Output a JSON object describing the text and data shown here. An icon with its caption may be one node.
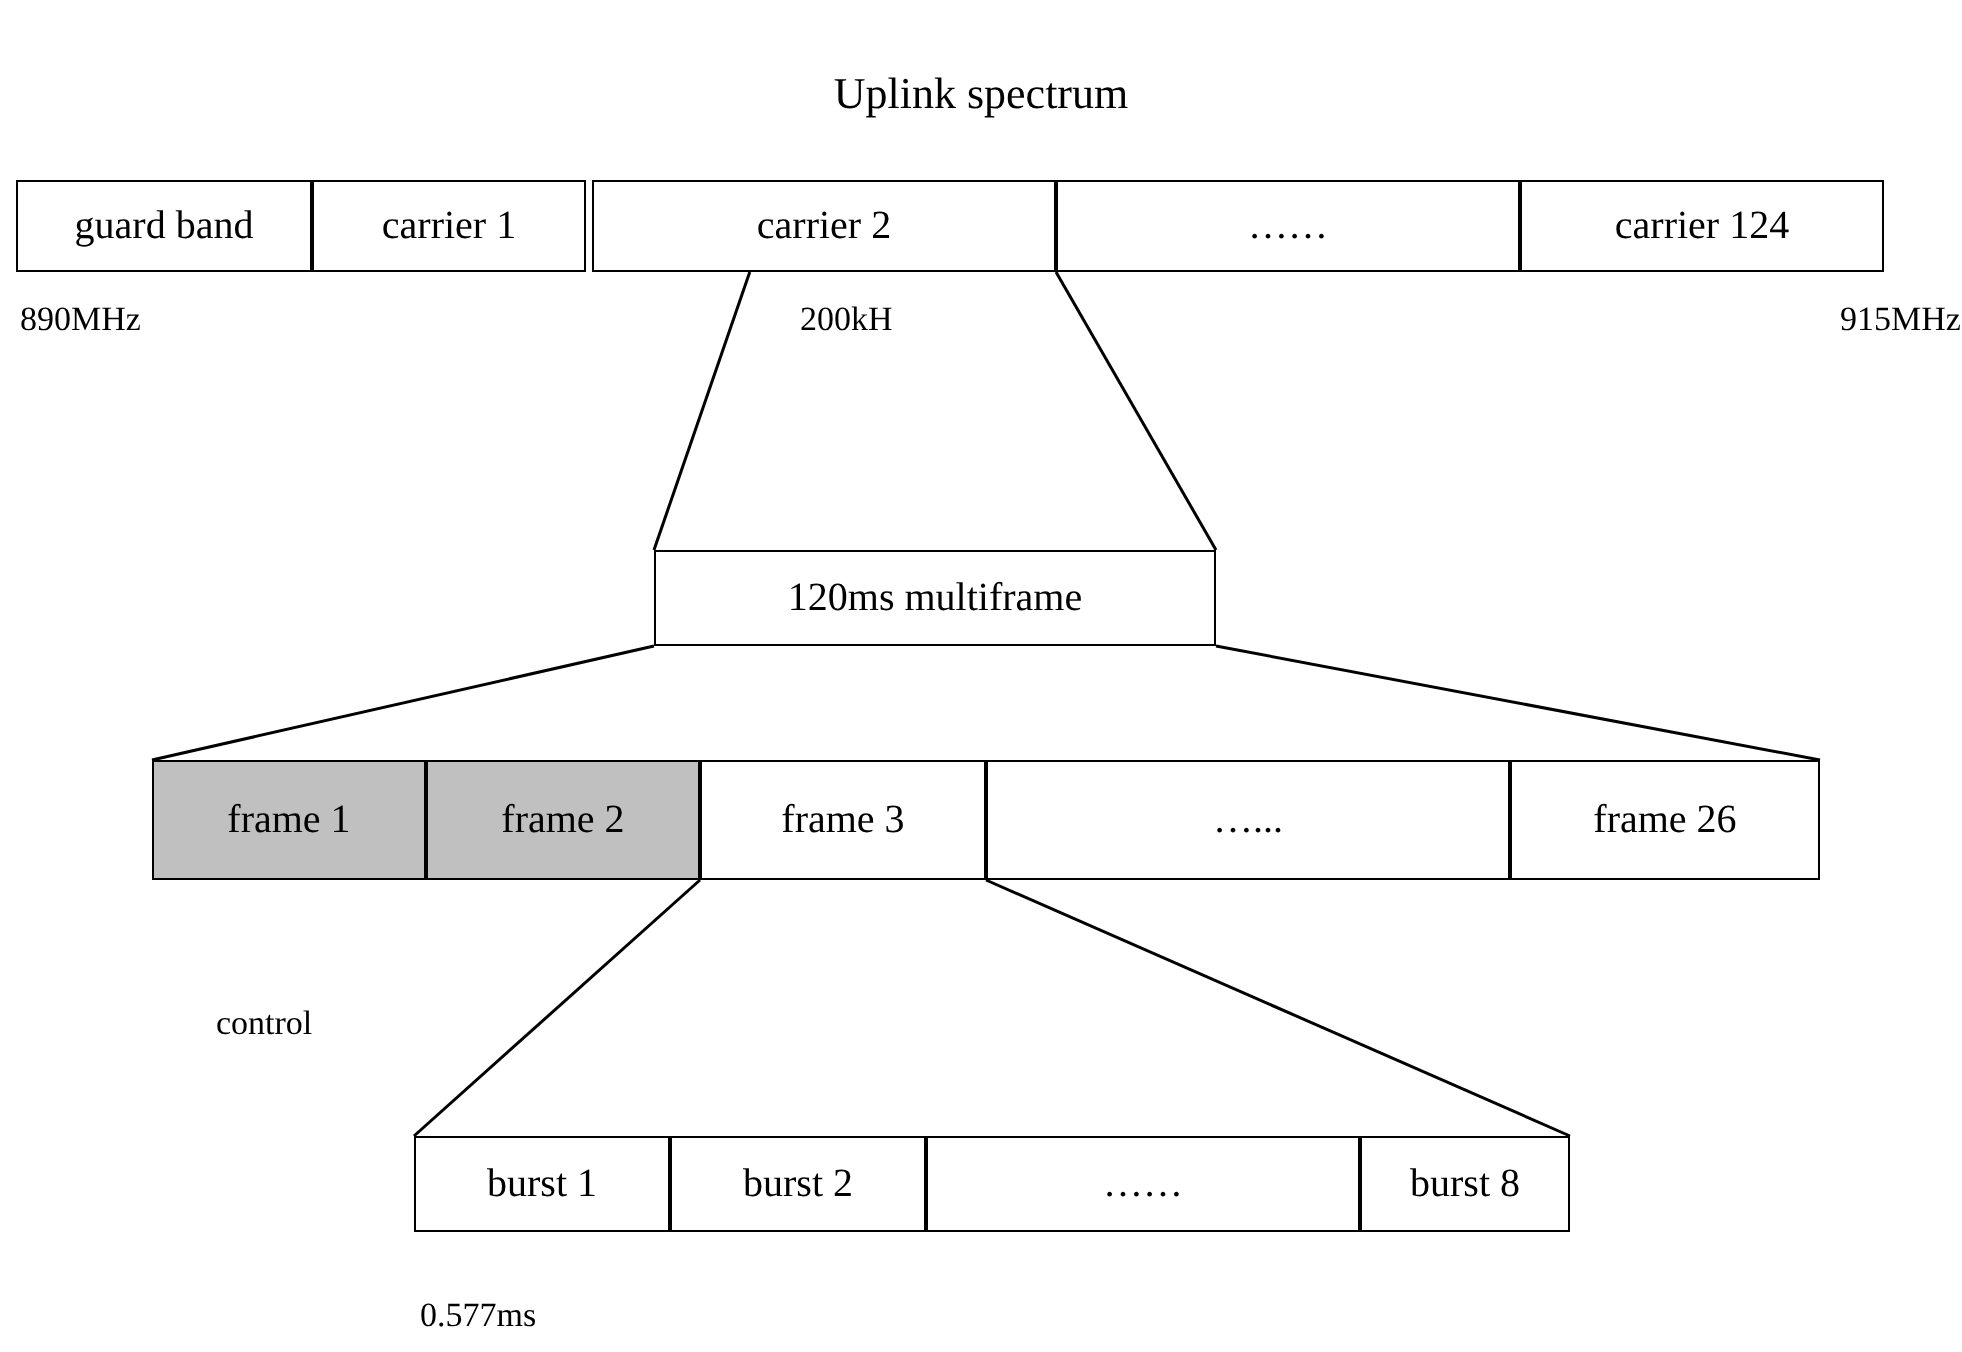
{
  "diagram": {
    "title": "Uplink spectrum",
    "nodes": [
      {
        "text": [
          "guard band"
        ]
      },
      {
        "text": [
          "carrier 1"
        ]
      },
      {
        "text": [
          "carrier 2"
        ]
      },
      {
        "text": [
          "……"
        ]
      },
      {
        "text": [
          "carrier 124"
        ]
      },
      {
        "text": [
          "120ms multiframe"
        ]
      },
      {
        "text": [
          "frame 1"
        ]
      },
      {
        "text": [
          "frame 2"
        ]
      },
      {
        "text": [
          "frame 3"
        ]
      },
      {
        "text": [
          "…..."
        ]
      },
      {
        "text": [
          "frame 26"
        ]
      },
      {
        "text": [
          "burst 1"
        ]
      },
      {
        "text": [
          "burst 2"
        ]
      },
      {
        "text": [
          "……"
        ]
      },
      {
        "text": [
          "burst 8"
        ]
      }
    ],
    "edges": [
      {
        "from": 2,
        "to": 5,
        "arrow": "none"
      },
      {
        "from": 2,
        "to": 5,
        "arrow": "none"
      },
      {
        "from": 5,
        "to": 6,
        "arrow": "none"
      },
      {
        "from": 5,
        "to": 10,
        "arrow": "none"
      },
      {
        "from": 8,
        "to": 11,
        "arrow": "none"
      },
      {
        "from": 8,
        "to": 14,
        "arrow": "none"
      }
    ],
    "labels": [
      "890MHz",
      "200kH",
      "915MHz",
      "control",
      "0.577ms"
    ]
  }
}
